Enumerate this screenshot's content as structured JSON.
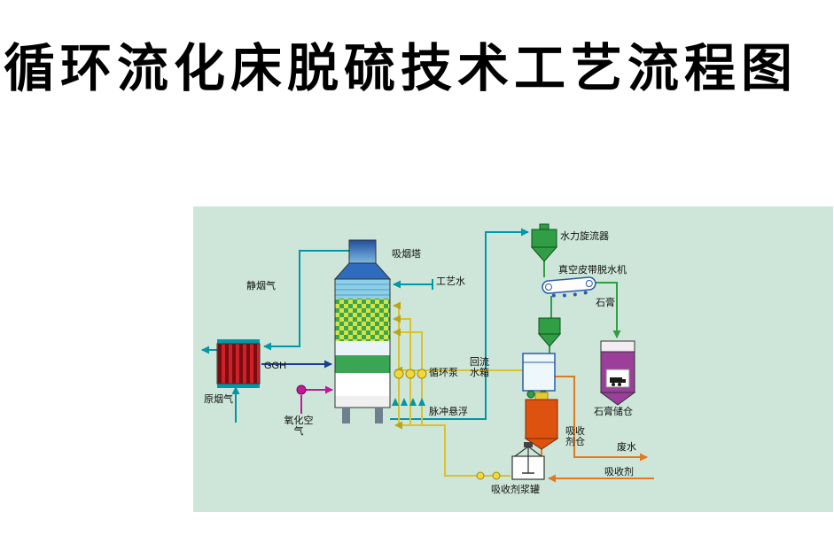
{
  "title": "循环流化床脱硫技术工艺流程图",
  "diagram": {
    "background_color": "#cde6d9",
    "labels": {
      "absorber_tower": "吸烟塔",
      "process_water": "工艺水",
      "clean_flue_gas": "静烟气",
      "ggh": "GGH",
      "raw_flue_gas": "原烟气",
      "oxidation_air": "氧化空气",
      "circulation_pump": "循环泵",
      "pulse_suspension": "脉冲悬浮",
      "reflux_water_tank": "回流水箱",
      "hydrocyclone": "水力旋流器",
      "vacuum_belt_dewaterer": "真空皮带脱水机",
      "gypsum": "石膏",
      "gypsum_silo": "石膏储仓",
      "absorbent_silo": "吸收剂仓",
      "wastewater": "废水",
      "absorbent": "吸收剂",
      "absorbent_slurry_tank": "吸收剂浆罐"
    },
    "colors": {
      "pipe_teal": "#0097a7",
      "pipe_dark_blue": "#1a3f8f",
      "pipe_yellow": "#d9c22a",
      "pipe_orange": "#e2791f",
      "pipe_green": "#2f9e44",
      "pipe_magenta": "#c2189a",
      "tower_blue": "#2f6cc0",
      "tower_green_band": "#3aa655",
      "ggh_red": "#cc2128",
      "hydrocyclone_green": "#2f9e44",
      "gypsum_silo_purple": "#9b3f9b",
      "absorbent_silo_orange": "#dd520f",
      "pump_yellow": "#f2d83b"
    }
  }
}
